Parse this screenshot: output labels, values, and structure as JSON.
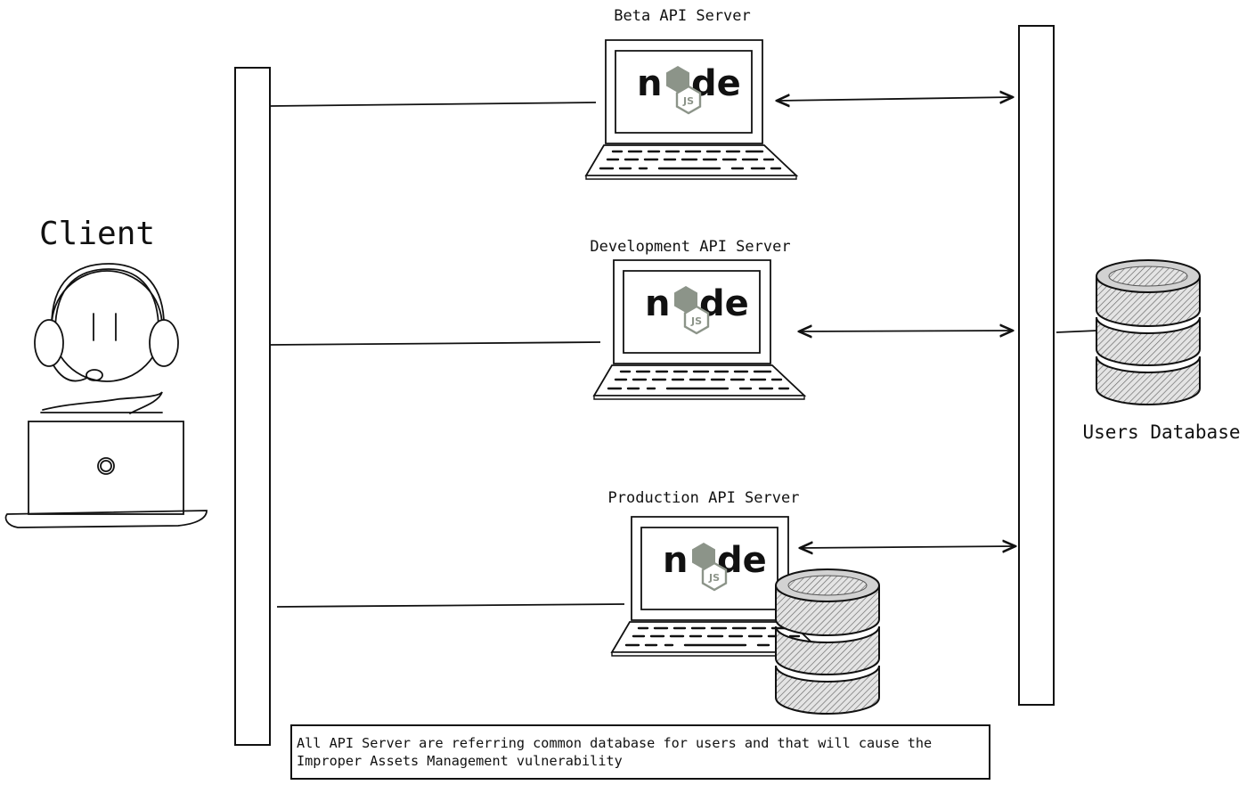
{
  "client": {
    "label": "Client"
  },
  "servers": [
    {
      "label": "Beta API Server",
      "logo": "node-js-icon"
    },
    {
      "label": "Development API Server",
      "logo": "node-js-icon"
    },
    {
      "label": "Production API Server",
      "logo": "node-js-icon"
    }
  ],
  "database": {
    "label": "Users Database"
  },
  "logo": {
    "word_left": "n",
    "word_right": "de",
    "badge": "JS"
  },
  "note": {
    "line1": "All API Server are referring common database for users and that will cause the",
    "line2": "Improper Assets Management vulnerability"
  },
  "colors": {
    "stroke": "#111111",
    "hexagon": "#8c9489",
    "hatch": "#777777",
    "db_fill": "#cfcfcf"
  }
}
